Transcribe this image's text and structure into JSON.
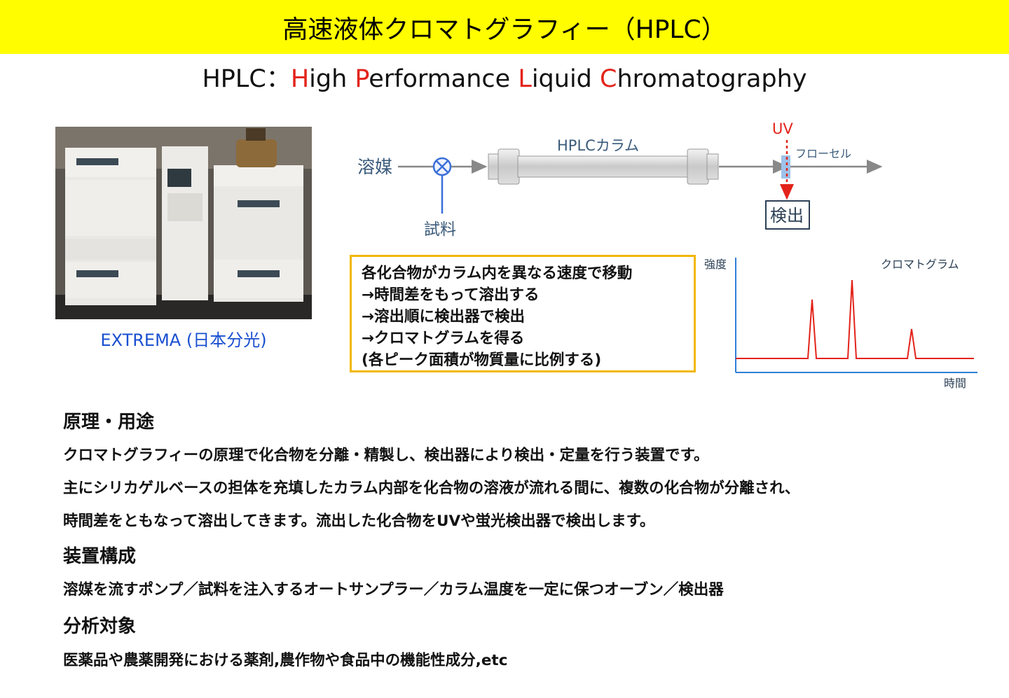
{
  "header": {
    "title": "高速液体クロマトグラフィー（HPLC）"
  },
  "subtitle": {
    "prefix": "HPLC：",
    "words": [
      {
        "initial": "H",
        "rest": "igh "
      },
      {
        "initial": "P",
        "rest": "erformance "
      },
      {
        "initial": "L",
        "rest": "iquid "
      },
      {
        "initial": "C",
        "rest": "hromatography"
      }
    ]
  },
  "photo": {
    "caption": "EXTREMA (日本分光)"
  },
  "flow": {
    "solvent": "溶媒",
    "sample": "試料",
    "column": "HPLCカラム",
    "uv": "UV",
    "flowcell": "フローセル",
    "detector": "検出"
  },
  "note": {
    "lines": [
      "各化合物がカラム内を異なる速度で移動",
      "→時間差をもって溶出する",
      "→溶出順に検出器で検出",
      "→クロマトグラムを得る",
      "(各ピーク面積が物質量に比例する)"
    ]
  },
  "chromatogram": {
    "ylabel": "強度",
    "xlabel": "時間",
    "title": "クロマトグラム"
  },
  "sections": {
    "principle_heading": "原理・用途",
    "principle_lines": [
      "クロマトグラフィーの原理で化合物を分離・精製し、検出器により検出・定量を行う装置です。",
      "主にシリカゲルベースの担体を充填したカラム内部を化合物の溶液が流れる間に、複数の化合物が分離され、",
      "時間差をともなって溶出してきます。流出した化合物をUVや蛍光検出器で検出します。"
    ],
    "config_heading": "装置構成",
    "config_line": "溶媒を流すポンプ／試料を注入するオートサンプラー／カラム温度を一定に保つオーブン／検出器",
    "target_heading": "分析対象",
    "target_line": "医薬品や農薬開発における薬剤,農作物や食品中の機能性成分,etc"
  },
  "colors": {
    "title_bg": "#fffd00",
    "accent_red": "#e3231a",
    "caption_blue": "#1a4fd0",
    "box_border": "#f2b800",
    "axis_blue": "#2f7fd6",
    "trace_red": "#e3231a"
  }
}
